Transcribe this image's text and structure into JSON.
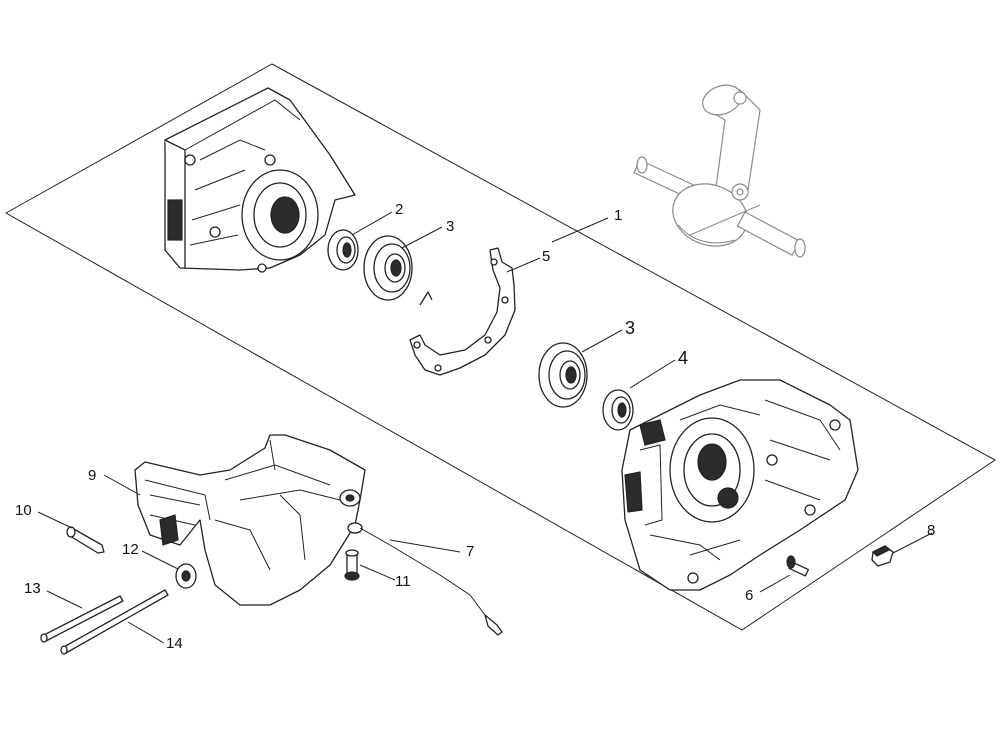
{
  "callouts": [
    "1",
    "2",
    "3",
    "3",
    "4",
    "5",
    "6",
    "7",
    "8",
    "9",
    "10",
    "11",
    "12",
    "13",
    "14"
  ]
}
